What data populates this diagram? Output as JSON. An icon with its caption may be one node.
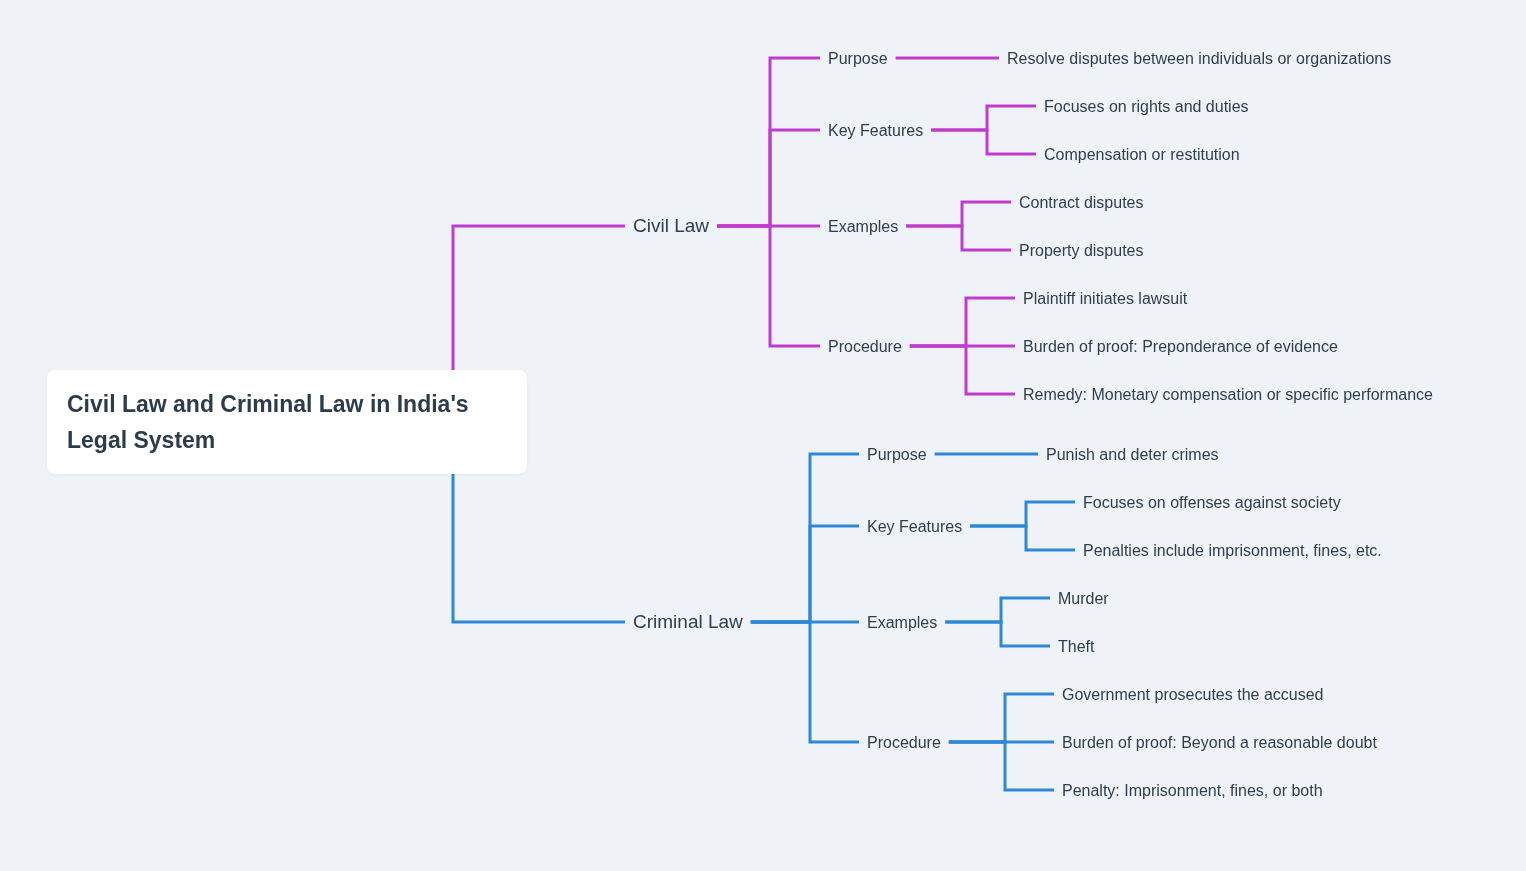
{
  "diagram": {
    "nodes": [
      {
        "text": [
          "Civil Law and Criminal Law in India's Legal System"
        ]
      },
      {
        "text": [
          "Civil Law"
        ]
      },
      {
        "text": [
          "Purpose"
        ]
      },
      {
        "text": [
          "Resolve disputes between individuals or organizations"
        ]
      },
      {
        "text": [
          "Key Features"
        ]
      },
      {
        "text": [
          "Focuses on rights and duties"
        ]
      },
      {
        "text": [
          "Compensation or restitution"
        ]
      },
      {
        "text": [
          "Examples"
        ]
      },
      {
        "text": [
          "Contract disputes"
        ]
      },
      {
        "text": [
          "Property disputes"
        ]
      },
      {
        "text": [
          "Procedure"
        ]
      },
      {
        "text": [
          "Plaintiff initiates lawsuit"
        ]
      },
      {
        "text": [
          "Burden of proof: Preponderance of evidence"
        ]
      },
      {
        "text": [
          "Remedy: Monetary compensation or specific performance"
        ]
      },
      {
        "text": [
          "Criminal Law"
        ]
      },
      {
        "text": [
          "Purpose"
        ]
      },
      {
        "text": [
          "Punish and deter crimes"
        ]
      },
      {
        "text": [
          "Key Features"
        ]
      },
      {
        "text": [
          "Focuses on offenses against society"
        ]
      },
      {
        "text": [
          "Penalties include imprisonment, fines, etc."
        ]
      },
      {
        "text": [
          "Examples"
        ]
      },
      {
        "text": [
          "Murder"
        ]
      },
      {
        "text": [
          "Theft"
        ]
      },
      {
        "text": [
          "Procedure"
        ]
      },
      {
        "text": [
          "Government prosecutes the accused"
        ]
      },
      {
        "text": [
          "Burden of proof: Beyond a reasonable doubt"
        ]
      },
      {
        "text": [
          "Penalty: Imprisonment, fines, or both"
        ]
      }
    ],
    "edges": [
      {
        "from": 0,
        "to": 1,
        "arrow": "none",
        "color": "#c03ccf"
      },
      {
        "from": 1,
        "to": 2,
        "arrow": "none",
        "color": "#c03ccf"
      },
      {
        "from": 2,
        "to": 3,
        "arrow": "none",
        "color": "#c03ccf"
      },
      {
        "from": 1,
        "to": 4,
        "arrow": "none",
        "color": "#c03ccf"
      },
      {
        "from": 4,
        "to": 5,
        "arrow": "none",
        "color": "#c03ccf"
      },
      {
        "from": 4,
        "to": 6,
        "arrow": "none",
        "color": "#c03ccf"
      },
      {
        "from": 1,
        "to": 7,
        "arrow": "none",
        "color": "#c03ccf"
      },
      {
        "from": 7,
        "to": 8,
        "arrow": "none",
        "color": "#c03ccf"
      },
      {
        "from": 7,
        "to": 9,
        "arrow": "none",
        "color": "#c03ccf"
      },
      {
        "from": 1,
        "to": 10,
        "arrow": "none",
        "color": "#c03ccf"
      },
      {
        "from": 10,
        "to": 11,
        "arrow": "none",
        "color": "#c03ccf"
      },
      {
        "from": 10,
        "to": 12,
        "arrow": "none",
        "color": "#c03ccf"
      },
      {
        "from": 10,
        "to": 13,
        "arrow": "none",
        "color": "#c03ccf"
      },
      {
        "from": 0,
        "to": 14,
        "arrow": "none",
        "color": "#2e88d8"
      },
      {
        "from": 14,
        "to": 15,
        "arrow": "none",
        "color": "#2e88d8"
      },
      {
        "from": 15,
        "to": 16,
        "arrow": "none",
        "color": "#2e88d8"
      },
      {
        "from": 14,
        "to": 17,
        "arrow": "none",
        "color": "#2e88d8"
      },
      {
        "from": 17,
        "to": 18,
        "arrow": "none",
        "color": "#2e88d8"
      },
      {
        "from": 17,
        "to": 19,
        "arrow": "none",
        "color": "#2e88d8"
      },
      {
        "from": 14,
        "to": 20,
        "arrow": "none",
        "color": "#2e88d8"
      },
      {
        "from": 20,
        "to": 21,
        "arrow": "none",
        "color": "#2e88d8"
      },
      {
        "from": 20,
        "to": 22,
        "arrow": "none",
        "color": "#2e88d8"
      },
      {
        "from": 14,
        "to": 23,
        "arrow": "none",
        "color": "#2e88d8"
      },
      {
        "from": 23,
        "to": 24,
        "arrow": "none",
        "color": "#2e88d8"
      },
      {
        "from": 23,
        "to": 25,
        "arrow": "none",
        "color": "#2e88d8"
      },
      {
        "from": 23,
        "to": 26,
        "arrow": "none",
        "color": "#2e88d8"
      }
    ]
  }
}
